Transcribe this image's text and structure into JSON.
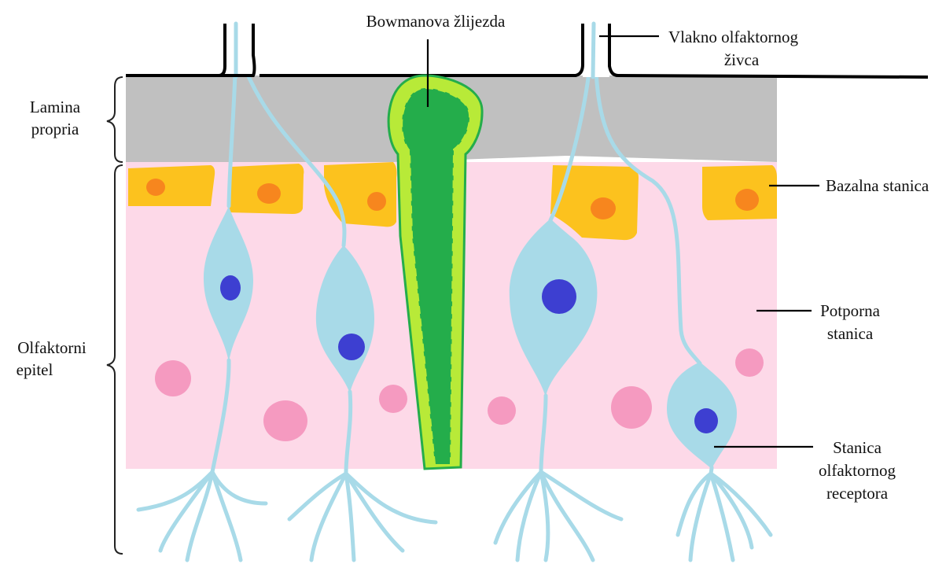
{
  "labels": {
    "bowman_gland": "Bowmanova žlijezda",
    "nerve_fiber_line1": "Vlakno olfaktornog",
    "nerve_fiber_line2": "živca",
    "lamina_line1": "Lamina",
    "lamina_line2": "propria",
    "basal_cell": "Bazalna stanica",
    "supporting_line1": "Potporna",
    "supporting_line2": "stanica",
    "epithelium_line1": "Olfaktorni",
    "epithelium_line2": "epitel",
    "receptor_line1": "Stanica",
    "receptor_line2": "olfaktornog",
    "receptor_line3": "receptora"
  },
  "colors": {
    "lamina_propria": "#c0c0c0",
    "epithelium": "#fdd9e8",
    "basal_cell": "#fcc21e",
    "basal_nucleus": "#f7861e",
    "receptor_cell": "#a8dae8",
    "receptor_nucleus": "#3d3fd1",
    "gland_fill": "#24ad4b",
    "gland_border": "#b8ea38",
    "pink_nucleus": "#f59ac0"
  }
}
